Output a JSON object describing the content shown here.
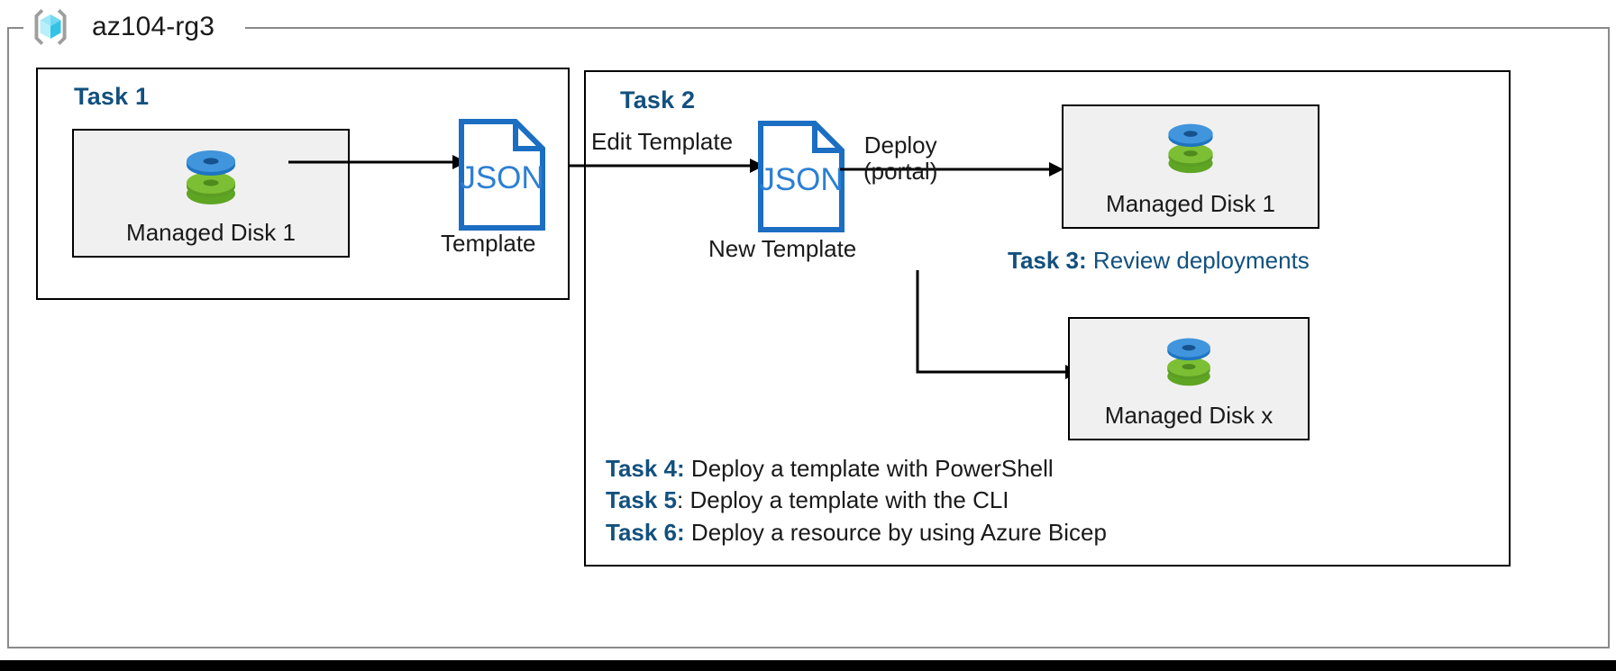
{
  "resource_group": {
    "name": "az104-rg3",
    "icon": "azure-resource-group-cube-icon"
  },
  "task1": {
    "heading": "Task 1",
    "resource": {
      "icon": "managed-disk-icon",
      "label": "Managed Disk 1"
    },
    "template": {
      "icon": "json-document-icon",
      "icon_text": "JSON",
      "caption": "Template"
    },
    "arrow": "export-template-arrow"
  },
  "task2": {
    "heading": "Task 2",
    "edit_arrow_label": "Edit Template",
    "new_template": {
      "icon": "json-document-icon",
      "icon_text": "JSON",
      "caption": "New Template"
    },
    "deploy_arrow_label_line1": "Deploy",
    "deploy_arrow_label_line2": "(portal)",
    "deployed_resource_top": {
      "icon": "managed-disk-icon",
      "label": "Managed Disk 1"
    },
    "deployed_resource_bottom": {
      "icon": "managed-disk-icon",
      "label": "Managed Disk x"
    }
  },
  "notes": {
    "task3_tag": "Task 3:",
    "task3_text": " Review deployments",
    "task4_tag": "Task 4:",
    "task4_text": " Deploy a template with PowerShell",
    "task5_tag": "Task 5",
    "task5_text": ": Deploy a template with the CLI",
    "task6_tag": "Task 6:",
    "task6_text": " Deploy a resource by using Azure Bicep"
  },
  "colors": {
    "accent_blue": "#12507E",
    "json_blue": "#1B6EC2",
    "disk_blue": "#3A8FDC",
    "disk_green": "#70AD28",
    "card_fill": "#F0F0F0",
    "container_border": "#8A8A8A",
    "cube_cyan": "#59D8F5"
  }
}
